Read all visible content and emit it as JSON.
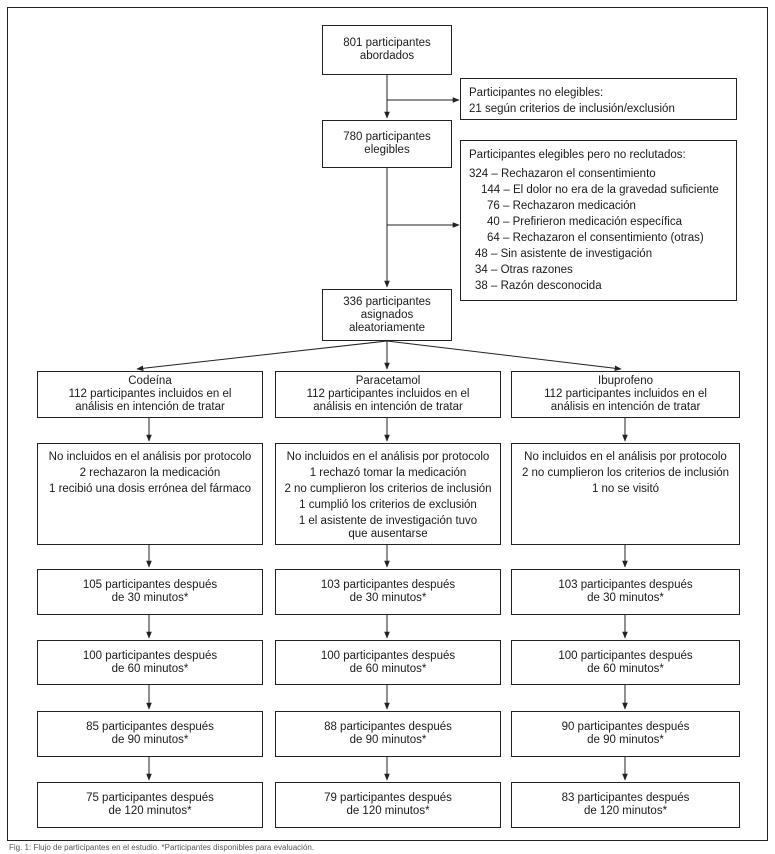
{
  "top": {
    "approached": [
      "801 participantes",
      "abordados"
    ],
    "eligible": [
      "780 participantes",
      "elegibles"
    ],
    "randomized": [
      "336 participantes",
      "asignados",
      "aleatoriamente"
    ]
  },
  "not_eligible": {
    "title": "Participantes no elegibles:",
    "reason": "21 según criterios de inclusión/exclusión"
  },
  "not_recruited": {
    "title": "Participantes elegibles pero no reclutados:",
    "items": [
      "324 – Rechazaron el consentimiento",
      "144 – El dolor no era de la gravedad suficiente",
      "76 – Rechazaron medicación",
      "40 – Prefirieron medicación específica",
      "64 – Rechazaron el consentimiento (otras)",
      "48 – Sin asistente de investigación",
      "34 – Otras razones",
      "38 – Razón desconocida"
    ]
  },
  "arms": [
    {
      "name": "Codeína",
      "itt": [
        "112 participantes incluidos en el",
        "análisis en intención de tratar"
      ],
      "excluded": [
        "No incluidos en el análisis por protocolo",
        "2 rechazaron la medicación",
        "1 recibió una dosis errónea del fármaco"
      ],
      "t30": [
        "105 participantes después",
        "de 30 minutos*"
      ],
      "t60": [
        "100 participantes después",
        "de 60 minutos*"
      ],
      "t90": [
        "85 participantes después",
        "de 90 minutos*"
      ],
      "t120": [
        "75 participantes después",
        "de 120 minutos*"
      ]
    },
    {
      "name": "Paracetamol",
      "itt": [
        "112 participantes incluidos en el",
        "análisis en intención de tratar"
      ],
      "excluded": [
        "No incluidos en el análisis por protocolo",
        "1 rechazó tomar la medicación",
        "2 no cumplieron los criterios de inclusión",
        "1 cumplió los criterios de exclusión",
        "1 el asistente de investigación tuvo",
        "que ausentarse"
      ],
      "t30": [
        "103 participantes después",
        "de 30 minutos*"
      ],
      "t60": [
        "100 participantes después",
        "de 60 minutos*"
      ],
      "t90": [
        "88 participantes después",
        "de 90 minutos*"
      ],
      "t120": [
        "79 participantes después",
        "de 120 minutos*"
      ]
    },
    {
      "name": "Ibuprofeno",
      "itt": [
        "112 participantes incluidos en el",
        "análisis en intención de tratar"
      ],
      "excluded": [
        "No incluidos en el análisis por protocolo",
        "2 no cumplieron los criterios de inclusión",
        "1 no se visitó"
      ],
      "t30": [
        "103 participantes después",
        "de 30 minutos*"
      ],
      "t60": [
        "100 participantes después",
        "de 60 minutos*"
      ],
      "t90": [
        "90 participantes después",
        "de 90 minutos*"
      ],
      "t120": [
        "83 participantes después",
        "de 120 minutos*"
      ]
    }
  ],
  "caption": "Fig. 1: Flujo de participantes en el estudio. *Participantes disponibles para evaluación."
}
